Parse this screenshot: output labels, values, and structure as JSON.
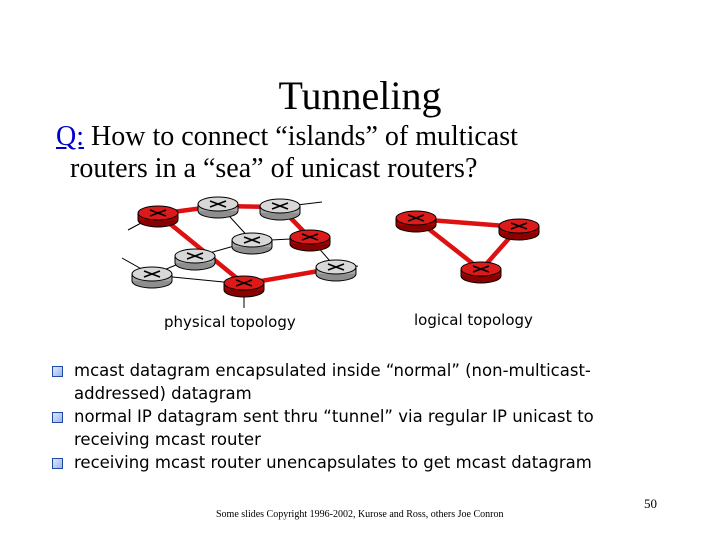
{
  "slide": {
    "title": "Tunneling",
    "question_label": "Q:",
    "question_line1": " How to connect “islands” of multicast",
    "question_line2": "routers in a “sea” of unicast routers?",
    "physical_caption": "physical topology",
    "logical_caption": "logical topology",
    "bullets": [
      "mcast datagram encapsulated inside “normal” (non-multicast-",
      "addressed) datagram",
      "normal IP datagram sent thru “tunnel” via regular IP unicast to",
      "receiving mcast router",
      "receiving mcast router unencapsulates to get mcast datagram"
    ],
    "footer": "Some slides Copyright 1996-2002, Kurose and Ross, others Joe Conron",
    "page_number": "50"
  },
  "colors": {
    "multicast_router": "#cc1111",
    "unicast_router": "#c8c8c8",
    "tunnel_link": "#dd1111",
    "plain_link": "#000000",
    "question_label": "#0000cc",
    "bullet_marker": "#1f4aa8"
  },
  "icons": {
    "router": "router-icon",
    "bullet": "checkbox-bullet-icon"
  }
}
